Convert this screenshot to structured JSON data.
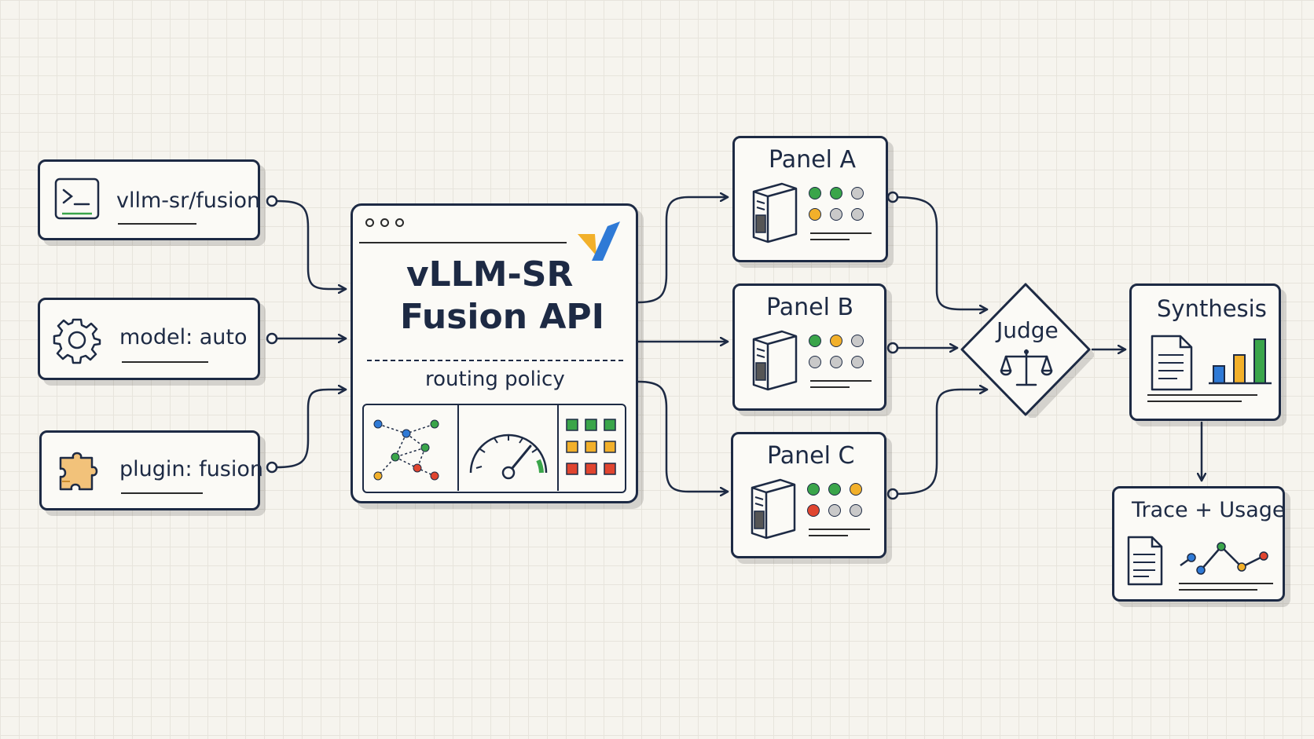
{
  "inputs": {
    "cli": {
      "label": "vllm-sr/fusion",
      "icon": "terminal-icon"
    },
    "model": {
      "label": "model: auto",
      "icon": "gear-icon"
    },
    "plugin": {
      "label": "plugin: fusion",
      "icon": "puzzle-icon"
    }
  },
  "api": {
    "title_line1": "vLLM-SR",
    "title_line2": "Fusion API",
    "subtitle": "routing policy",
    "logo": "vllm-logo-icon",
    "widgets": [
      "graph-icon",
      "gauge-icon",
      "status-grid-icon"
    ]
  },
  "panels": [
    {
      "label": "Panel A",
      "icon": "server-icon",
      "status": [
        "green",
        "green",
        "gray",
        "yellow",
        "gray",
        "gray"
      ]
    },
    {
      "label": "Panel B",
      "icon": "server-icon",
      "status": [
        "green",
        "yellow",
        "gray",
        "gray",
        "gray",
        "gray"
      ]
    },
    {
      "label": "Panel C",
      "icon": "server-icon",
      "status": [
        "green",
        "green",
        "yellow",
        "red",
        "gray",
        "gray"
      ]
    }
  ],
  "judge": {
    "label": "Judge",
    "icon": "scales-icon"
  },
  "synthesis": {
    "label": "Synthesis",
    "icons": [
      "document-icon",
      "bar-chart-icon"
    ]
  },
  "trace": {
    "label": "Trace + Usage",
    "icons": [
      "document-icon",
      "line-chart-icon"
    ]
  },
  "colors": {
    "ink": "#1d2a44",
    "green": "#3aa54a",
    "yellow": "#f2b02a",
    "red": "#e0452f",
    "blue": "#2f7ad6",
    "gray": "#c9c9c9"
  }
}
